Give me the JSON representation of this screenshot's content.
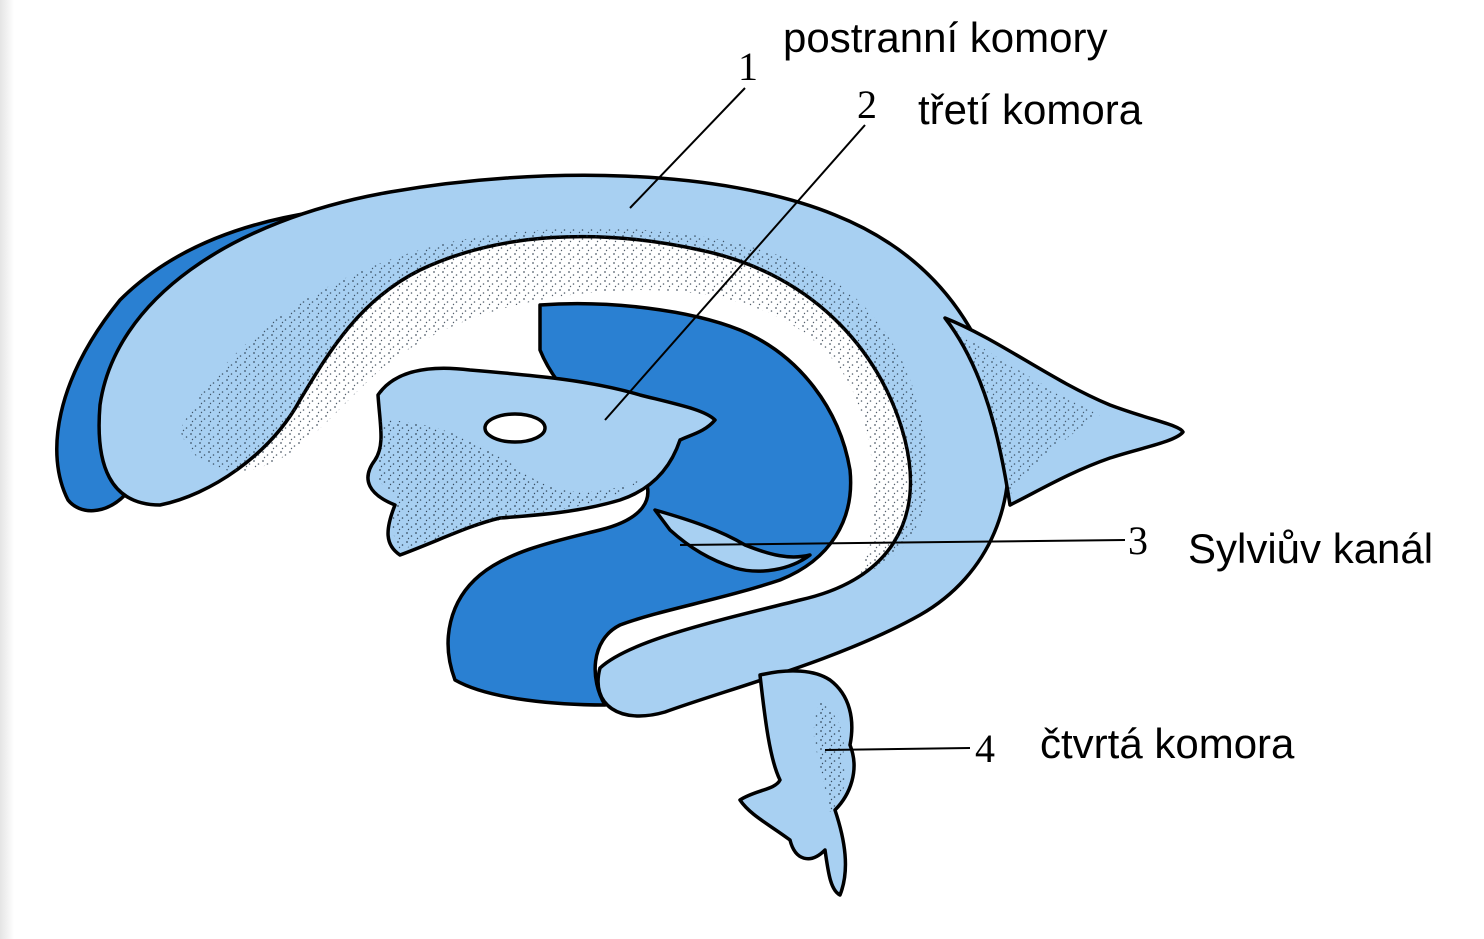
{
  "labels": [
    {
      "number": "1",
      "text": "postranní komory"
    },
    {
      "number": "2",
      "text": "třetí komora"
    },
    {
      "number": "3",
      "text": "Sylviův kanál"
    },
    {
      "number": "4",
      "text": "čtvrtá komora"
    }
  ],
  "colors": {
    "light_fill": "#a8d0f2",
    "dark_fill": "#2a80d2",
    "outline": "#000000",
    "background": "#ffffff"
  }
}
